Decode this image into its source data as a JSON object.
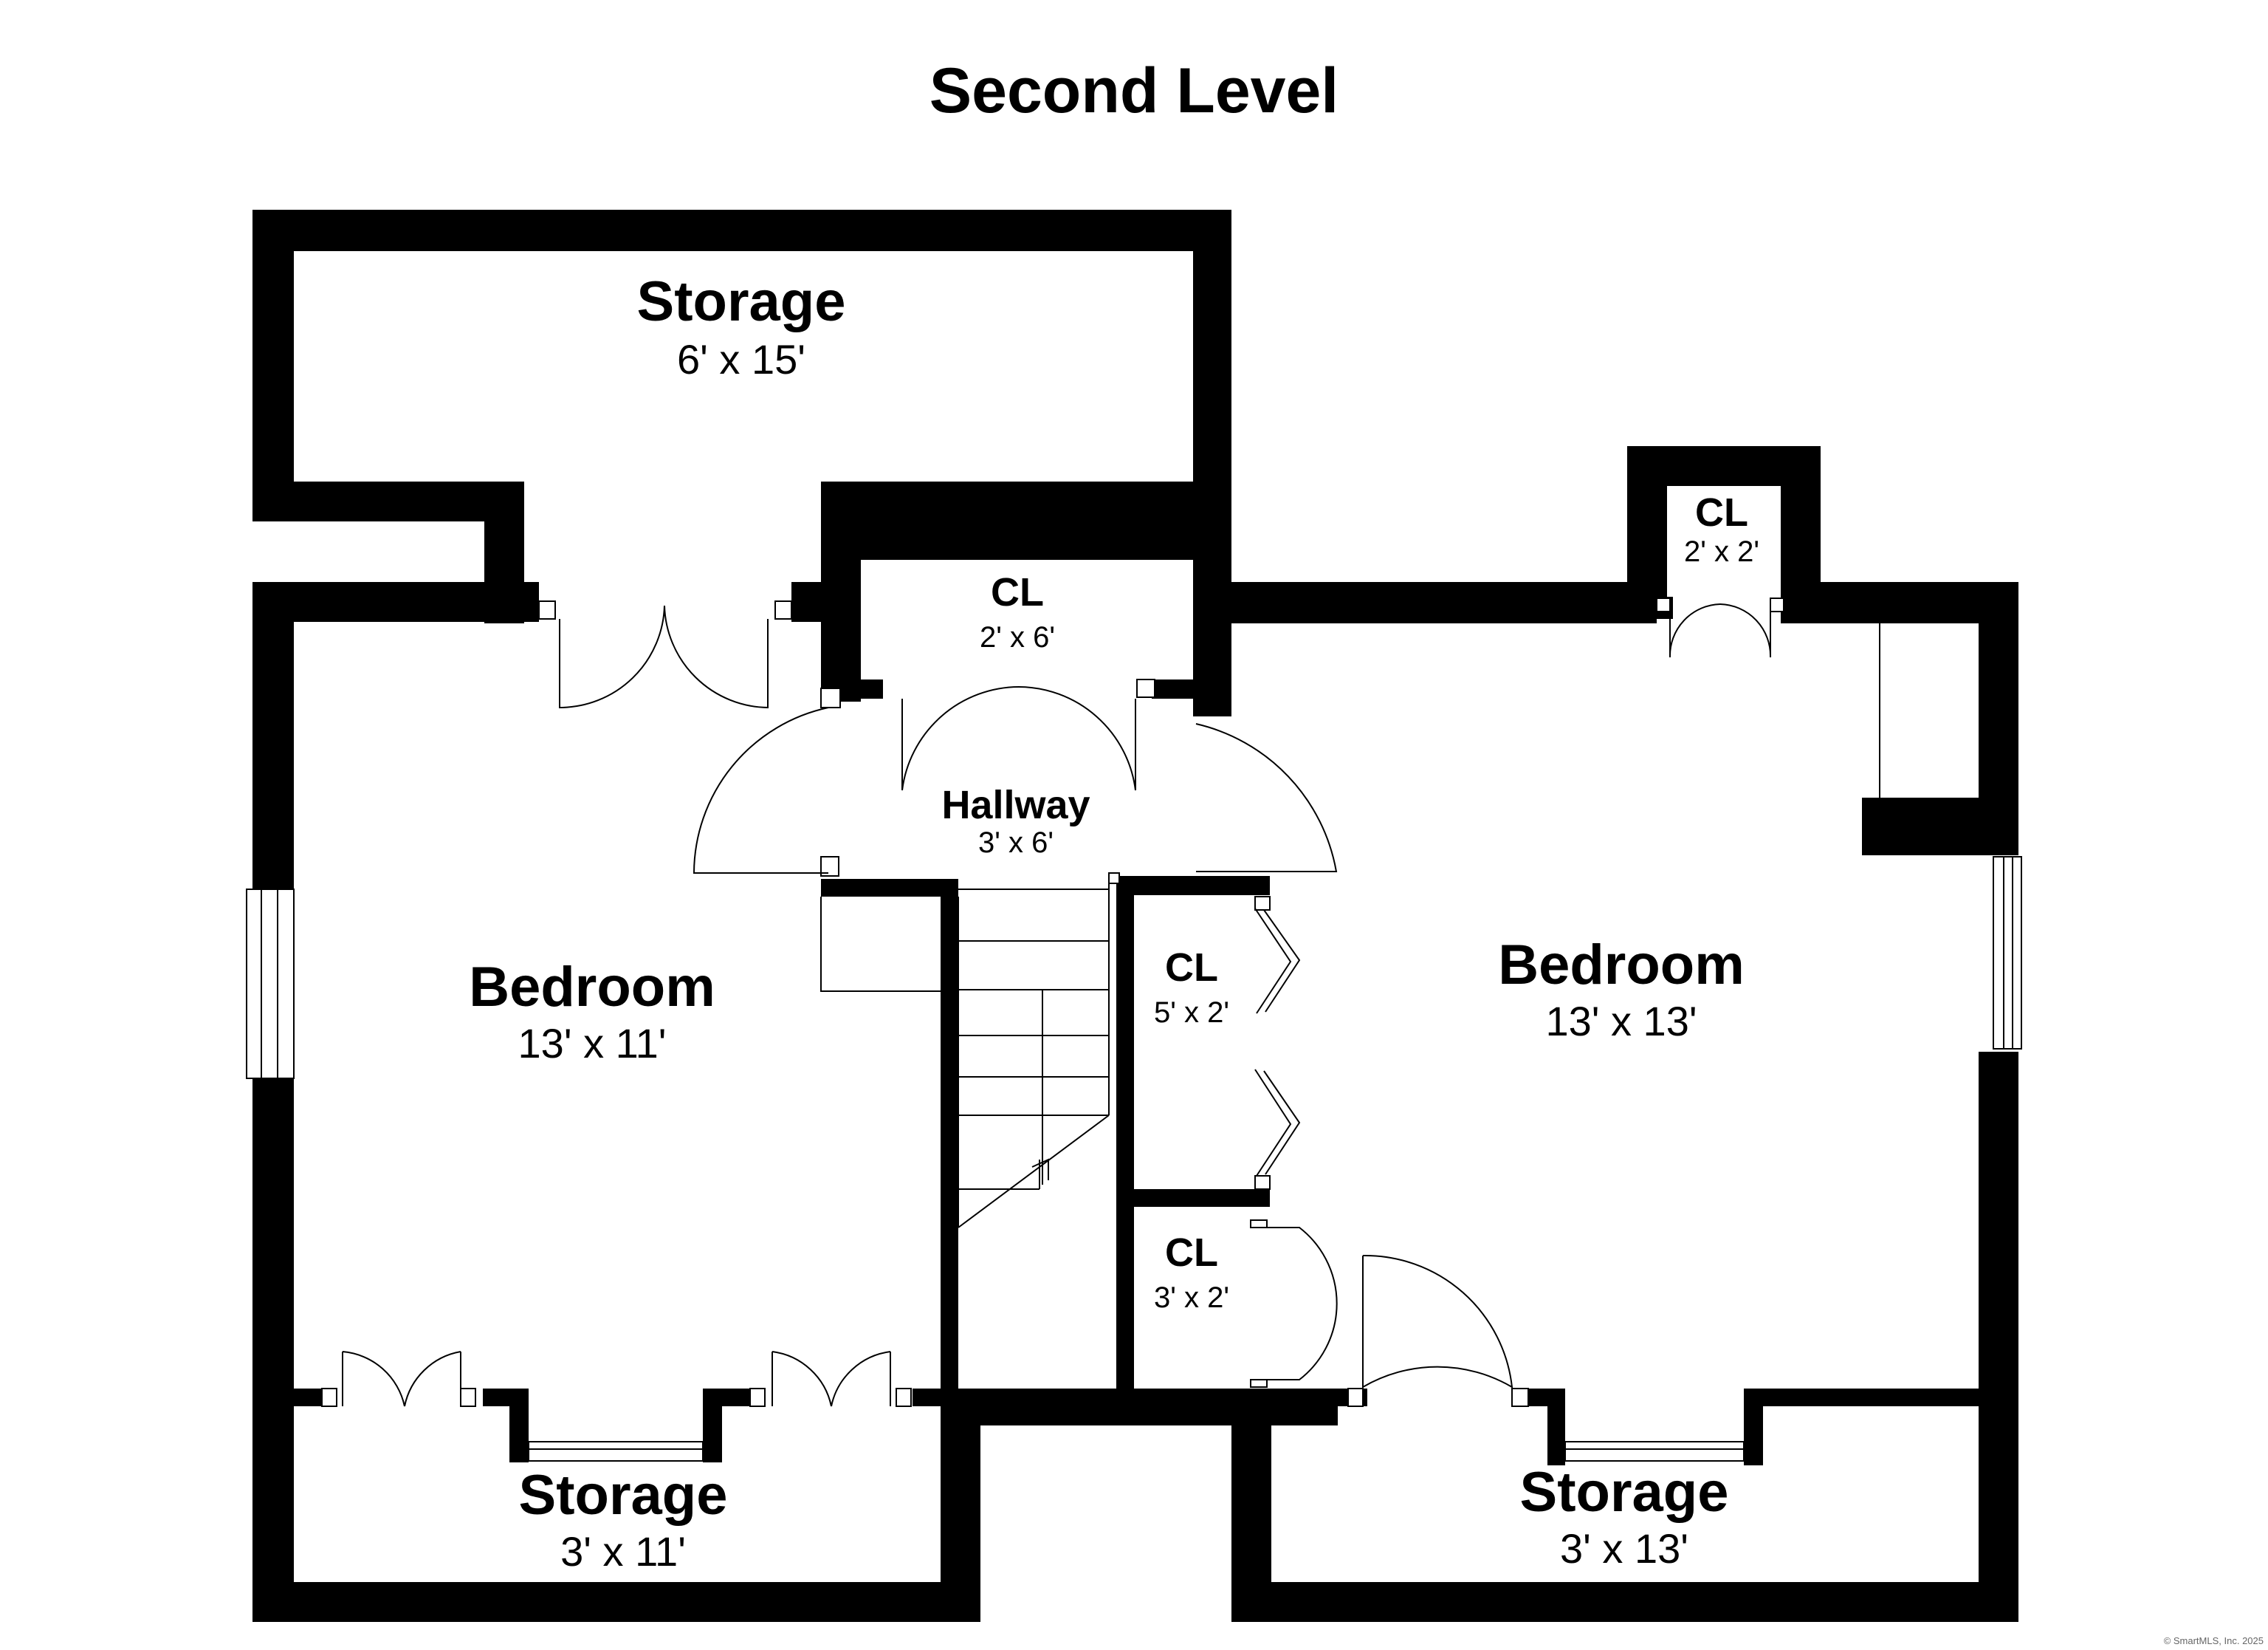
{
  "title": "Second Level",
  "rooms": {
    "storage_top": {
      "name": "Storage",
      "size": "6' x 15'"
    },
    "cl_center": {
      "name": "CL",
      "size": "2' x 6'"
    },
    "hallway": {
      "name": "Hallway",
      "size": "3' x 6'"
    },
    "cl_top_right": {
      "name": "CL",
      "size": "2' x 2'"
    },
    "bedroom_left": {
      "name": "Bedroom",
      "size": "13' x 11'"
    },
    "bedroom_right": {
      "name": "Bedroom",
      "size": "13' x 13'"
    },
    "cl_mid": {
      "name": "CL",
      "size": "5' x 2'"
    },
    "cl_low": {
      "name": "CL",
      "size": "3' x 2'"
    },
    "storage_bl": {
      "name": "Storage",
      "size": "3' x 11'"
    },
    "storage_br": {
      "name": "Storage",
      "size": "3' x 13'"
    }
  },
  "copyright": "© SmartMLS, Inc. 2025"
}
